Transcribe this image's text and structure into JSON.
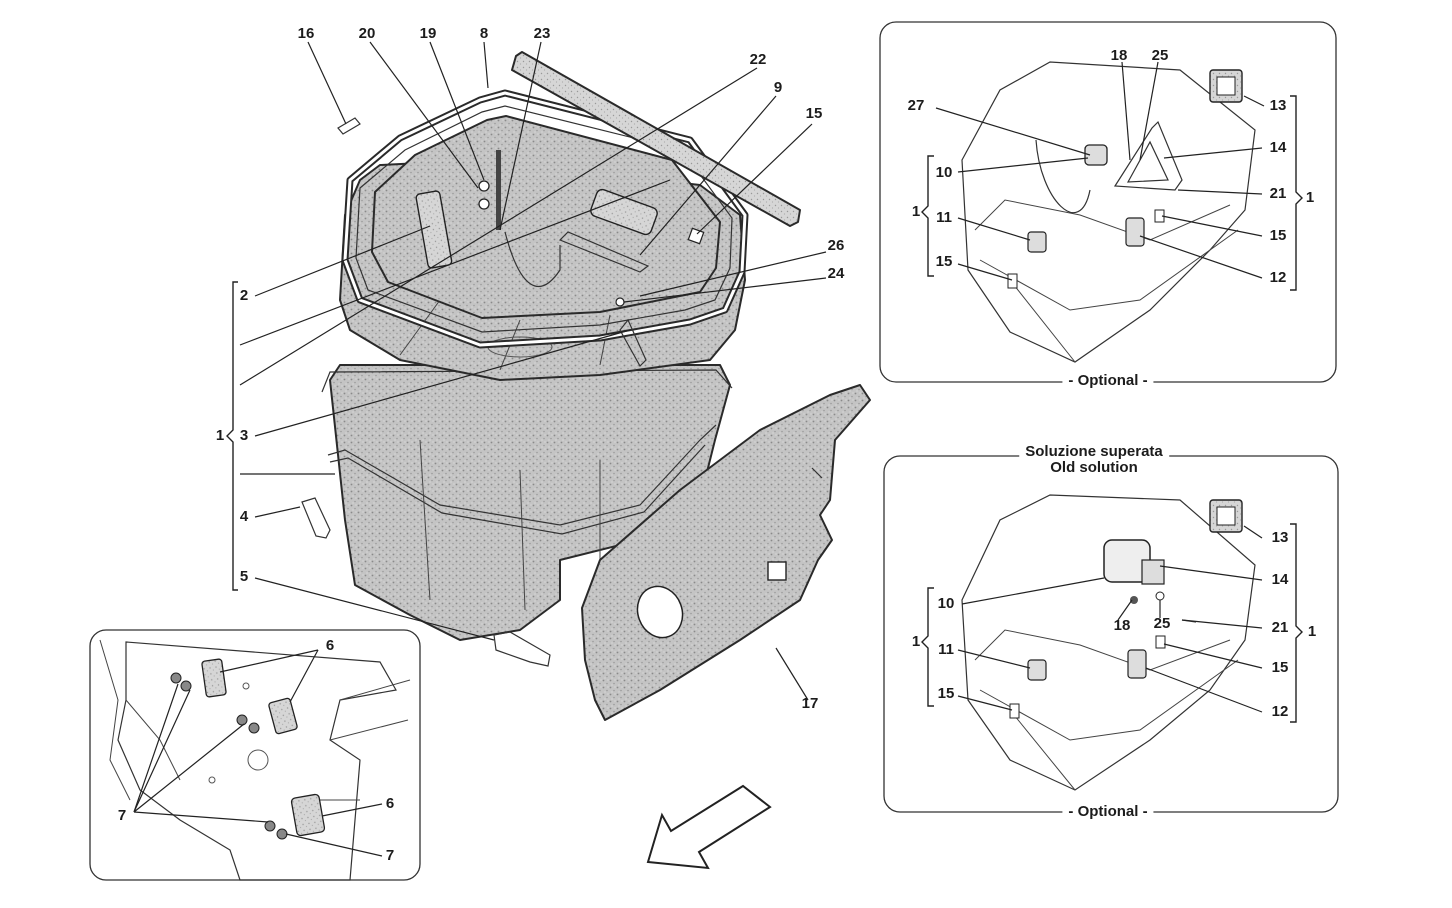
{
  "main_diagram": {
    "labels": [
      "16",
      "20",
      "19",
      "8",
      "23",
      "22",
      "9",
      "15",
      "26",
      "24",
      "2",
      "1",
      "3",
      "4",
      "5",
      "17"
    ]
  },
  "inset_optional": {
    "caption": "- Optional -",
    "labels": [
      "18",
      "25",
      "27",
      "10",
      "1",
      "11",
      "15",
      "13",
      "14",
      "21",
      "1",
      "15",
      "12"
    ]
  },
  "inset_old_solution": {
    "title_line1": "Soluzione superata",
    "title_line2": "Old solution",
    "caption": "- Optional -",
    "labels": [
      "13",
      "14",
      "10",
      "18",
      "25",
      "21",
      "1",
      "1",
      "11",
      "15",
      "12",
      "15"
    ]
  },
  "inset_body_panel": {
    "labels": [
      "6",
      "7",
      "6",
      "7"
    ]
  },
  "direction_arrow": {
    "icon": "arrow-down-left-icon"
  }
}
